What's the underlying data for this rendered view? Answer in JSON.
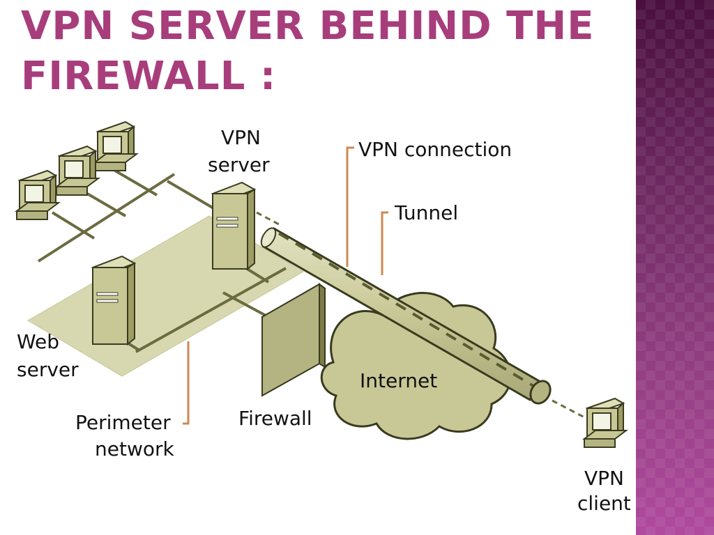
{
  "slide": {
    "title": "VPN SERVER BEHIND THE FIREWALL :"
  },
  "diagram": {
    "labels": {
      "vpn_server_line1": "VPN",
      "vpn_server_line2": "server",
      "vpn_connection": "VPN connection",
      "tunnel": "Tunnel",
      "web_server_line1": "Web",
      "web_server_line2": "server",
      "internet": "Internet",
      "perimeter_line1": "Perimeter",
      "perimeter_line2": "network",
      "firewall": "Firewall",
      "vpn_client_line1": "VPN",
      "vpn_client_line2": "client"
    }
  },
  "colors": {
    "title": "#a83d7c",
    "device_fill": "#c8c896",
    "device_dark": "#9c9c64",
    "zone_fill": "#d8d8b0",
    "leader": "#d08850"
  }
}
